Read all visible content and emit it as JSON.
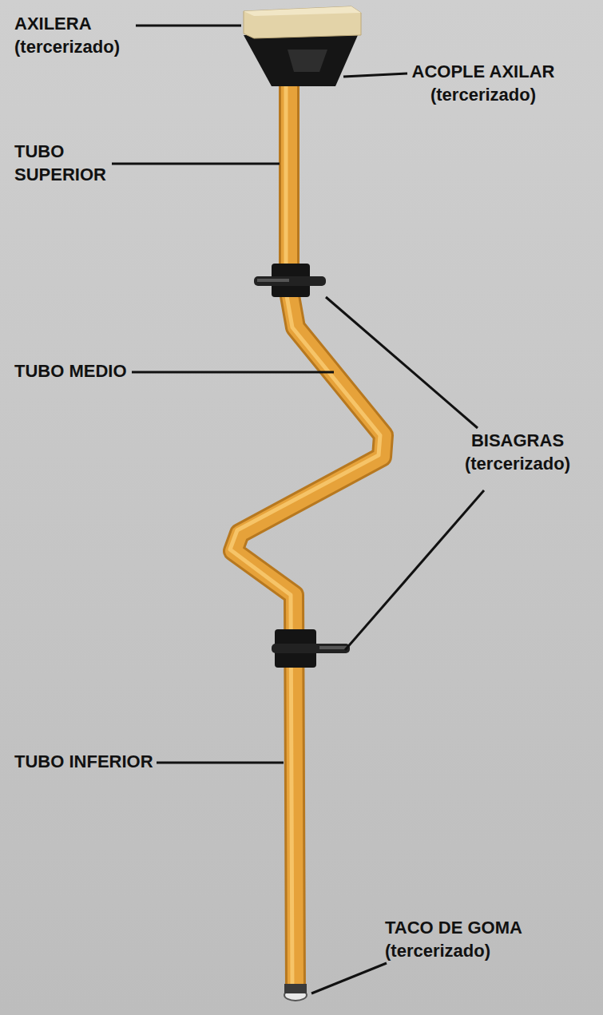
{
  "diagram": {
    "labels": [
      "AXILERA (tercerizado)",
      "ACOPLE AXILAR (tercerizado)",
      "TUBO SUPERIOR",
      "TUBO MEDIO",
      "BISAGRAS (tercerizado)",
      "TUBO INFERIOR",
      "TACO DE GOMA (tercerizado)"
    ]
  }
}
